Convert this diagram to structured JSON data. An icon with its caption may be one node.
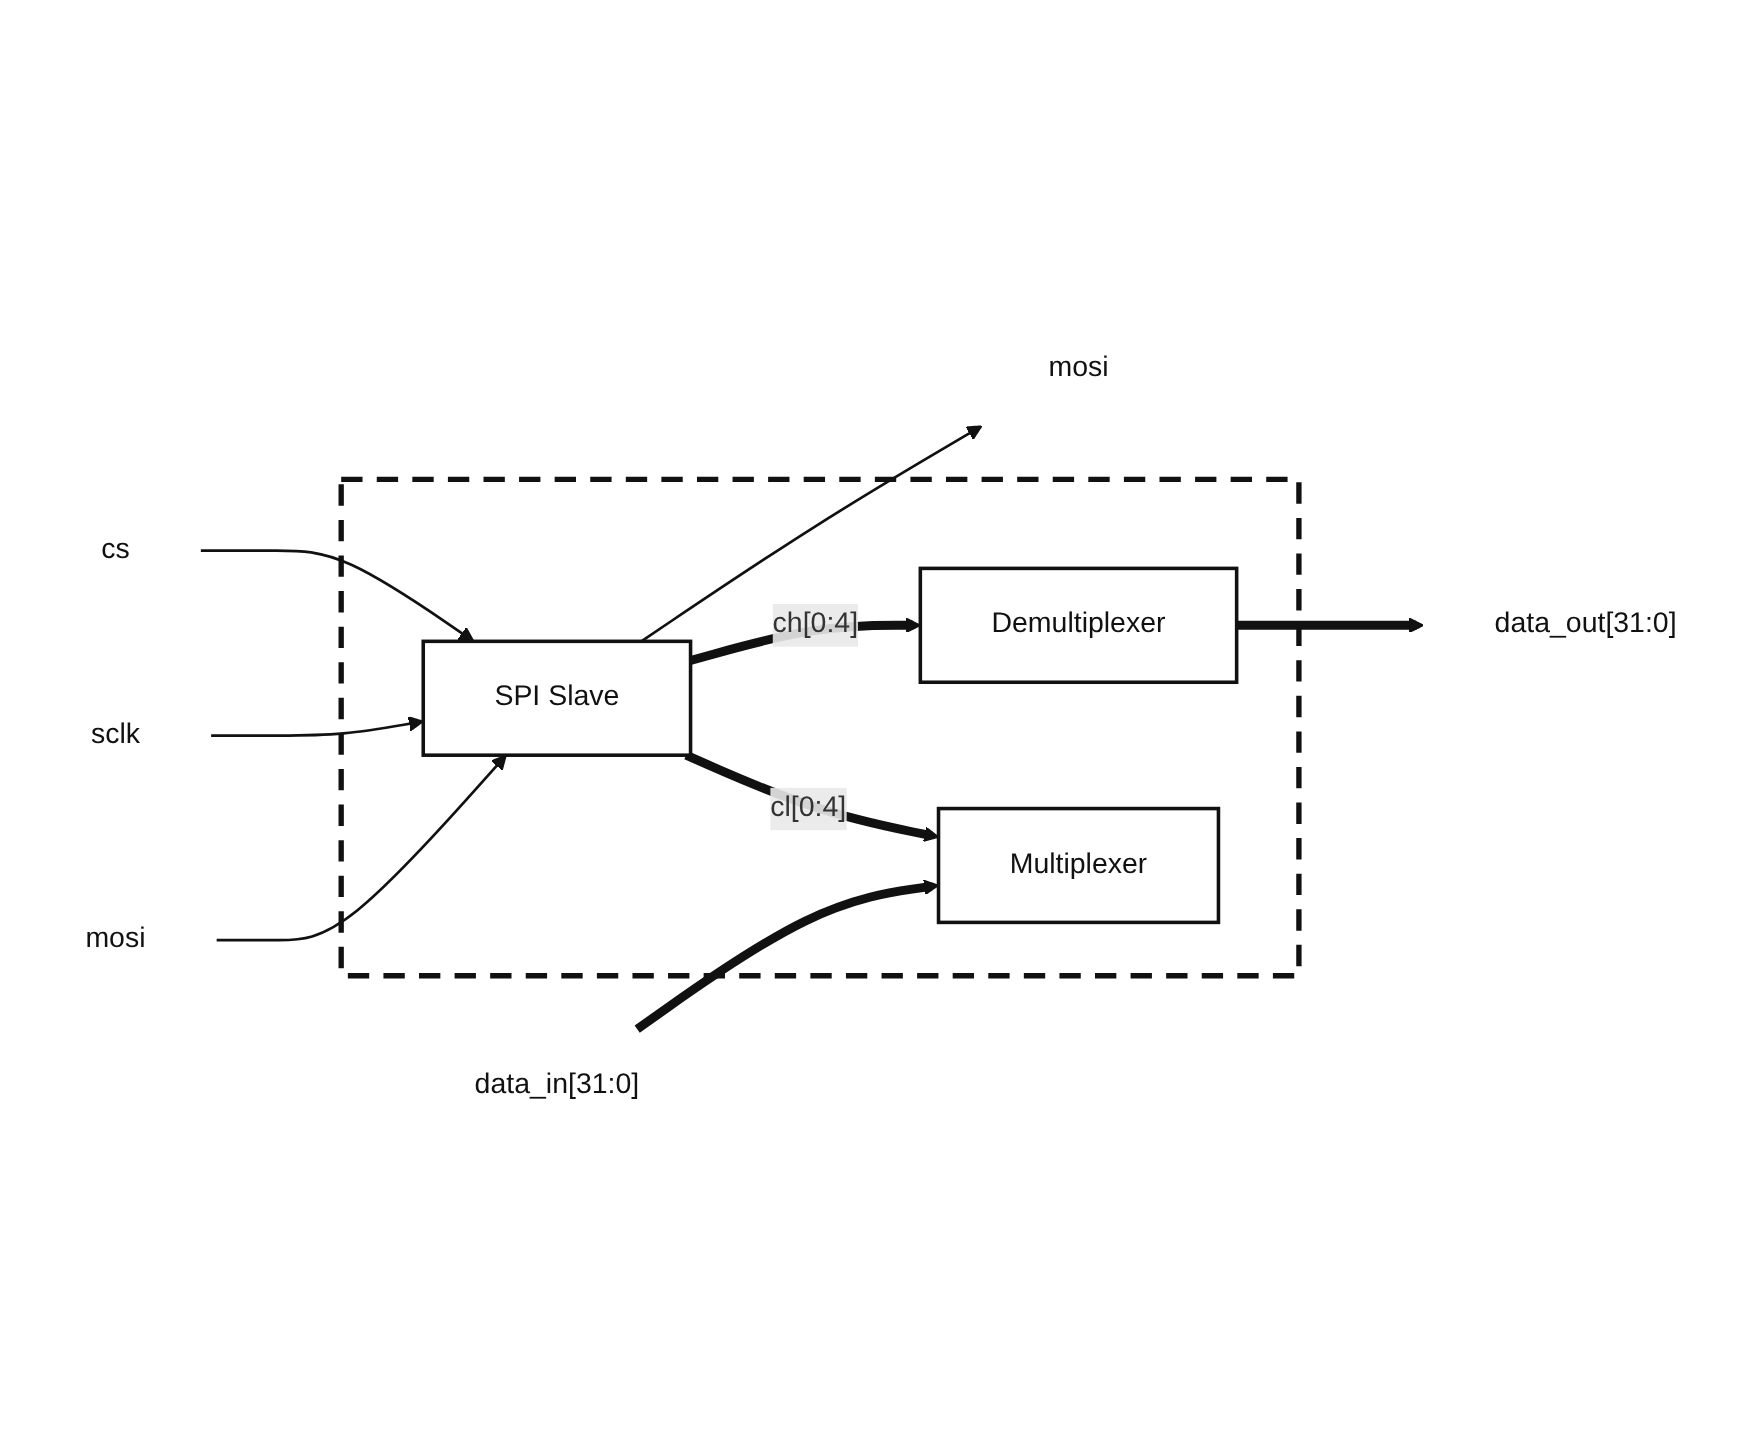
{
  "diagram": {
    "nodes": [
      {
        "text": [],
        "shape": "box"
      },
      {
        "text": [
          "Demultiplexer"
        ],
        "in": 0
      },
      {
        "text": [
          "SPI Slave"
        ],
        "in": 0
      },
      {
        "text": [
          "Multiplexer"
        ],
        "in": 0
      },
      {
        "text": [
          "cs"
        ]
      },
      {
        "text": [
          "sclk"
        ]
      },
      {
        "text": [
          "mosi"
        ]
      },
      {
        "text": [
          "mosi"
        ]
      },
      {
        "text": [
          "data_out[31:0]"
        ]
      },
      {
        "text": [
          "data_in[31:0]"
        ]
      }
    ],
    "edges": [
      {
        "from": 4,
        "to": 2,
        "arrow": "to"
      },
      {
        "from": 5,
        "to": 2,
        "arrow": "to"
      },
      {
        "from": 6,
        "to": 2,
        "arrow": "to"
      },
      {
        "from": 2,
        "to": 7,
        "arrow": "to"
      },
      {
        "from": 2,
        "to": 1,
        "arrow": "to",
        "label": "ch[0:4]",
        "style": "thick"
      },
      {
        "from": 1,
        "to": 8,
        "arrow": "to",
        "style": "thick"
      },
      {
        "from": 2,
        "to": 3,
        "arrow": "to",
        "label": "cl[0:4]",
        "style": "thick"
      },
      {
        "from": 9,
        "to": 3,
        "arrow": "to",
        "style": "thick"
      }
    ]
  }
}
